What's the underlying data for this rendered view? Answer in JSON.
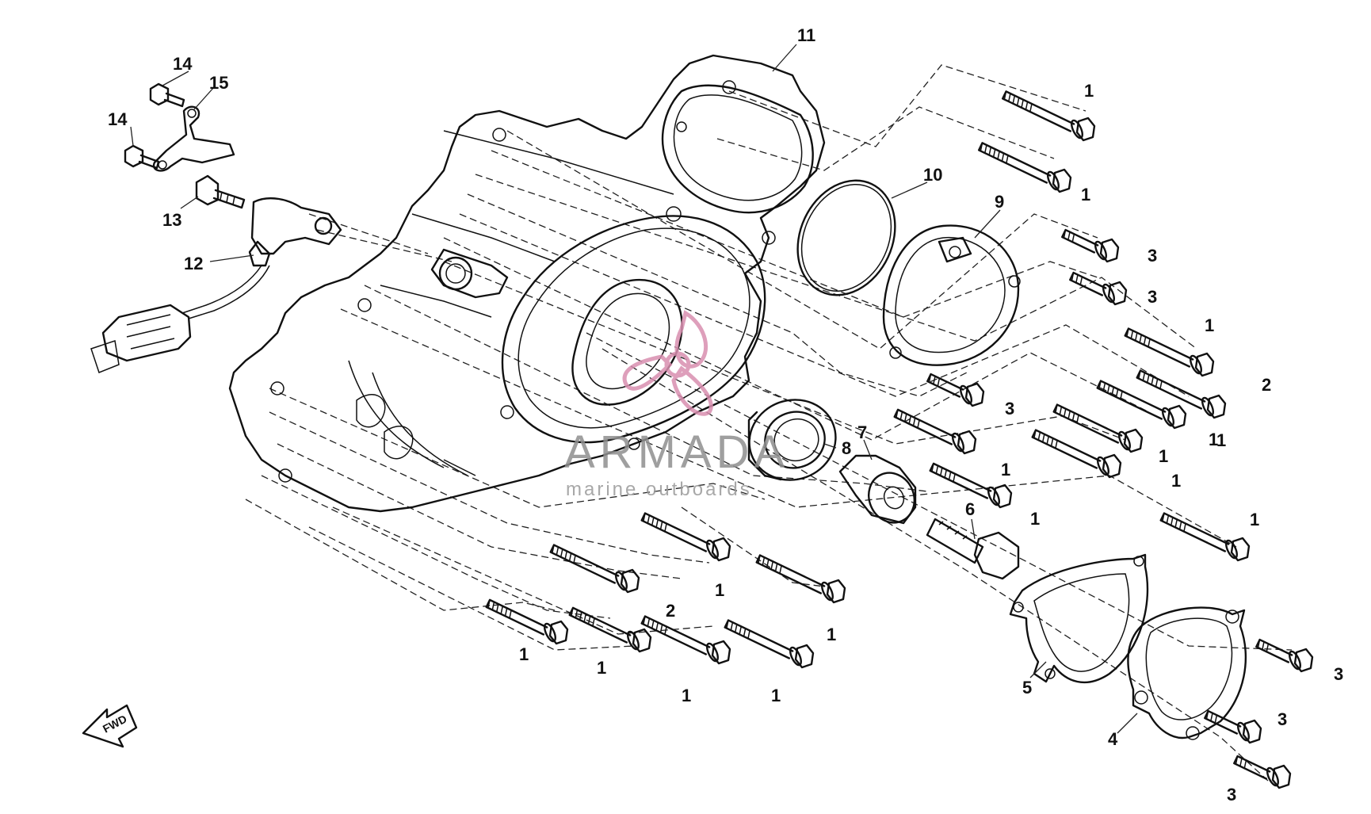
{
  "watermark": {
    "brand": "ARMADA",
    "tagline": "marine outboards",
    "logo_color": "#d98fb0"
  },
  "direction_arrow": {
    "label": "FWD",
    "icon": "forward-arrow-icon"
  },
  "callouts": [
    {
      "id": "c11a",
      "label": "11"
    },
    {
      "id": "c14a",
      "label": "14"
    },
    {
      "id": "c15a",
      "label": "15"
    },
    {
      "id": "c14b",
      "label": "14"
    },
    {
      "id": "c13a",
      "label": "13"
    },
    {
      "id": "c12a",
      "label": "12"
    },
    {
      "id": "c10a",
      "label": "10"
    },
    {
      "id": "c9a",
      "label": "9"
    },
    {
      "id": "c8a",
      "label": "8"
    },
    {
      "id": "c7a",
      "label": "7"
    },
    {
      "id": "c6a",
      "label": "6"
    },
    {
      "id": "c5a",
      "label": "5"
    },
    {
      "id": "c4a",
      "label": "4"
    },
    {
      "id": "c1a",
      "label": "1"
    },
    {
      "id": "c1b",
      "label": "1"
    },
    {
      "id": "c3a",
      "label": "3"
    },
    {
      "id": "c3b",
      "label": "3"
    },
    {
      "id": "c1c",
      "label": "1"
    },
    {
      "id": "c2a",
      "label": "2"
    },
    {
      "id": "c3c",
      "label": "3"
    },
    {
      "id": "c1d",
      "label": "1"
    },
    {
      "id": "c1e",
      "label": "1"
    },
    {
      "id": "c1f",
      "label": "1"
    },
    {
      "id": "c1g",
      "label": "1"
    },
    {
      "id": "c1h",
      "label": "1"
    },
    {
      "id": "c1i",
      "label": "1"
    },
    {
      "id": "c1j",
      "label": "1"
    },
    {
      "id": "c3d",
      "label": "3"
    },
    {
      "id": "c3e",
      "label": "3"
    },
    {
      "id": "c3f",
      "label": "3"
    },
    {
      "id": "c1k",
      "label": "1"
    },
    {
      "id": "c2b",
      "label": "2"
    },
    {
      "id": "c1l",
      "label": "1"
    },
    {
      "id": "c1m",
      "label": "1"
    },
    {
      "id": "c1n",
      "label": "1"
    },
    {
      "id": "c1o",
      "label": "1"
    },
    {
      "id": "c1p",
      "label": "1"
    }
  ]
}
